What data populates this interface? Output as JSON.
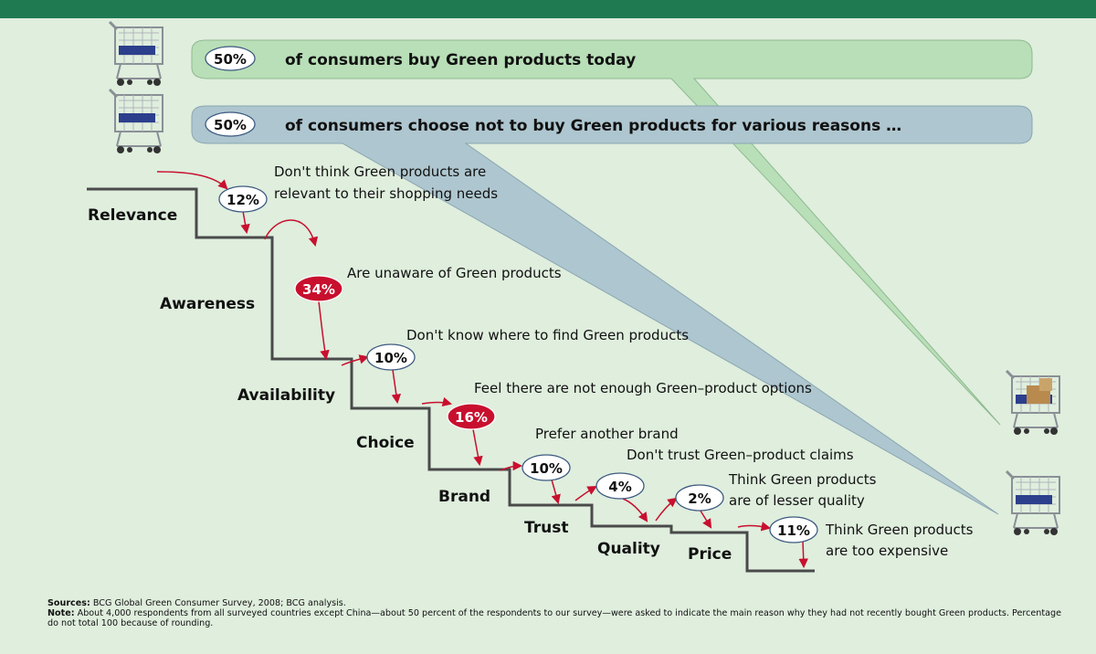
{
  "colors": {
    "header_bar": "#1f7a52",
    "background": "#dfeedd",
    "green_callout": "#b8dfb7",
    "blue_callout": "#aec6cf",
    "arrow_red": "#c8102e",
    "highlight_badge": "#c8102e",
    "staircase": "#4a4a4a"
  },
  "top": {
    "buy": {
      "pct": "50%",
      "text": "of consumers buy Green products today"
    },
    "not_buy": {
      "pct": "50%",
      "text": "of consumers choose not to buy Green products for various reasons …"
    }
  },
  "steps": [
    {
      "label": "Relevance",
      "pct": "12%",
      "highlight": false,
      "reason_lines": [
        "Don't think Green products are",
        "relevant to their shopping needs"
      ]
    },
    {
      "label": "Awareness",
      "pct": "34%",
      "highlight": true,
      "reason_lines": [
        "Are unaware of Green products"
      ]
    },
    {
      "label": "Availability",
      "pct": "10%",
      "highlight": false,
      "reason_lines": [
        "Don't know where to find Green products"
      ]
    },
    {
      "label": "Choice",
      "pct": "16%",
      "highlight": true,
      "reason_lines": [
        "Feel there are not enough Green–product options"
      ]
    },
    {
      "label": "Brand",
      "pct": "10%",
      "highlight": false,
      "reason_lines": [
        "Prefer another brand"
      ]
    },
    {
      "label": "Trust",
      "pct": "4%",
      "highlight": false,
      "reason_lines": [
        "Don't trust Green–product claims"
      ]
    },
    {
      "label": "Quality",
      "pct": "2%",
      "highlight": false,
      "reason_lines": [
        "Think Green products",
        "are of lesser quality"
      ]
    },
    {
      "label": "Price",
      "pct": "11%",
      "highlight": false,
      "reason_lines": [
        "Think Green products",
        "are too expensive"
      ]
    }
  ],
  "icons": [
    "shopping-cart-icon",
    "shopping-cart-full-icon"
  ],
  "footer": {
    "sources_label": "Sources:",
    "sources_text": "BCG Global Green Consumer Survey, 2008; BCG analysis.",
    "note_label": "Note:",
    "note_text": "About 4,000 respondents from all surveyed countries except China—about 50 percent of the respondents to our survey—were asked to indicate the main reason why they had not recently bought Green products. Percentage do not total 100 because of rounding."
  }
}
